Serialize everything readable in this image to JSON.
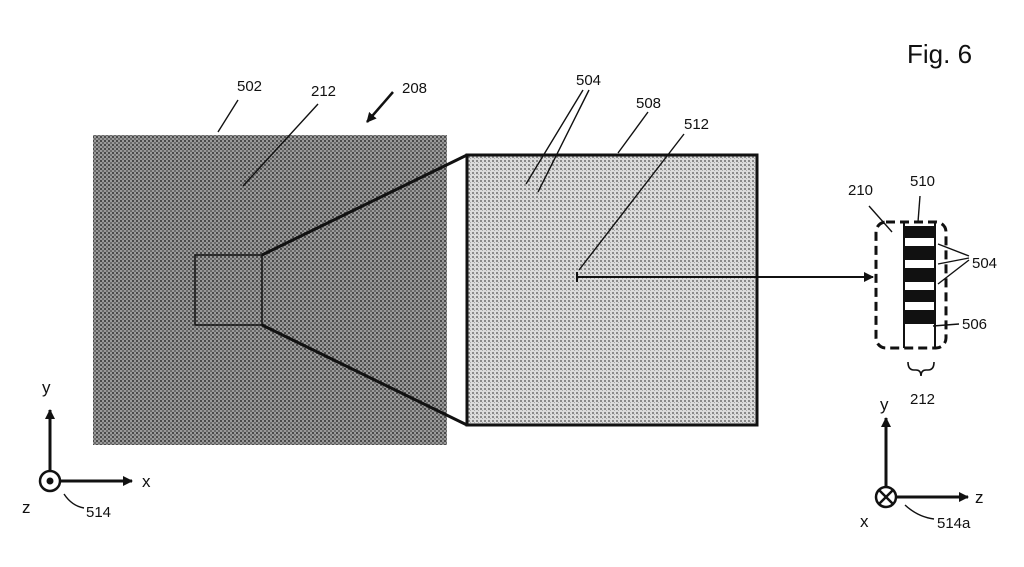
{
  "figure": {
    "title": "Fig. 6",
    "ref_numbers": {
      "substrate": "502",
      "surface": "212",
      "arrow": "208",
      "dots_top": "504",
      "zoom_box": "508",
      "point": "512",
      "side_left": "210",
      "side_top": "510",
      "side_right": "504",
      "side_bottom": "506",
      "side_brace": "212",
      "axes_left": "514",
      "axes_right": "514a"
    },
    "axes_left": {
      "y": "y",
      "x": "x",
      "z": "z"
    },
    "axes_right": {
      "y": "y",
      "z": "z",
      "x": "x"
    }
  }
}
